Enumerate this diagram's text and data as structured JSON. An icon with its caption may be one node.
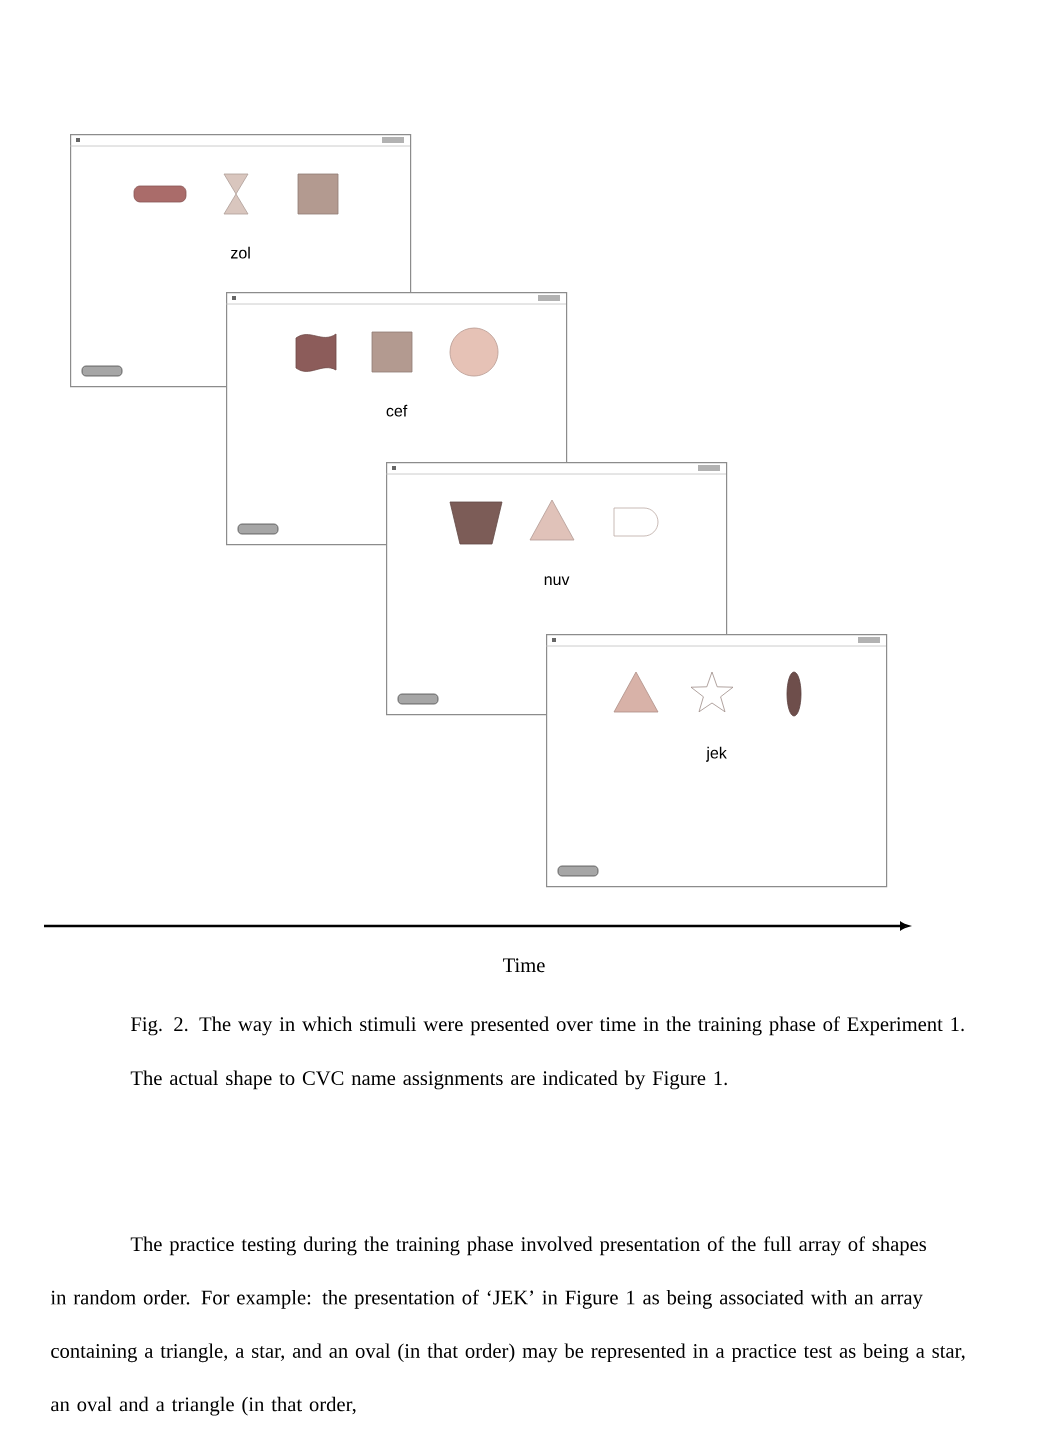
{
  "diagram": {
    "caption": "Fig. 2. The way in which stimuli were presented over time in the training phase of Experiment 1. The actual shape to CVC name assignments are indicated by Figure 1.",
    "nodes": [
      {
        "text": [
          "zol"
        ]
      },
      {
        "text": [
          "cef"
        ]
      },
      {
        "text": [
          "nuv"
        ]
      },
      {
        "text": [
          "jek"
        ]
      }
    ],
    "edges": [],
    "labels": [
      "Time",
      "The practice testing during the training phase involved presentation of the full array of shapes in random order. For example: the presentation of ‘JEK’ in Figure 1 as being associated with an array containing a triangle, a star, and an oval (in that order) may be represented in a practice test as being a star, an oval and a triangle (in that order,"
    ]
  }
}
